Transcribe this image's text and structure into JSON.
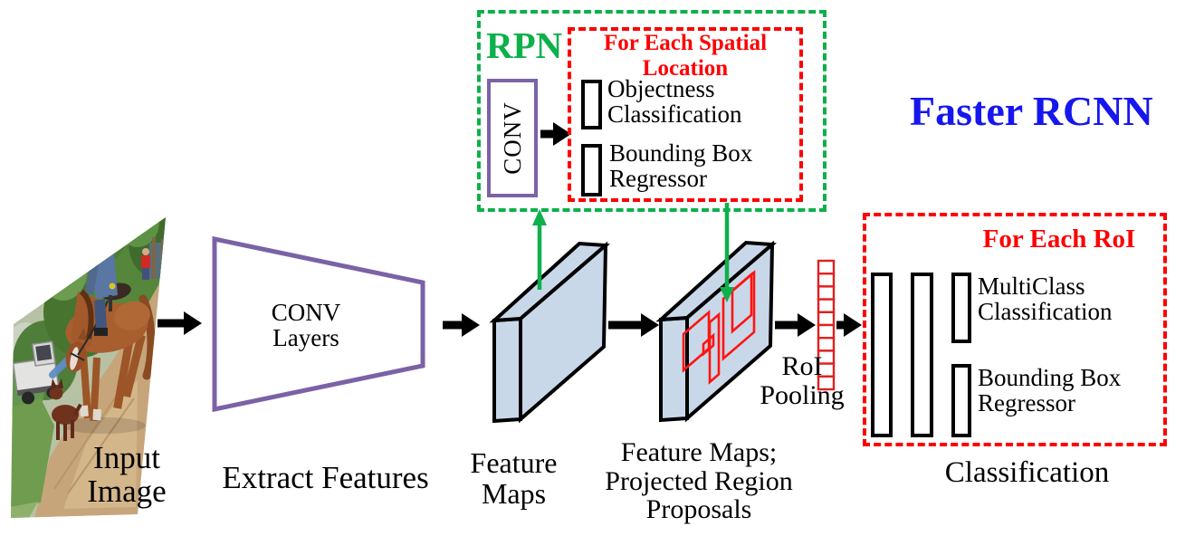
{
  "header": {
    "title": "Faster RCNN"
  },
  "colors": {
    "accent_green": "#0db04b",
    "accent_red": "#fd0000",
    "accent_purple": "#7b62a6",
    "accent_blue": "#1616ee",
    "feature_map_fill": "#c9d8e9"
  },
  "rpn": {
    "label": "RPN",
    "conv_label": "CONV",
    "spatial_title": "For Each Spatial Location",
    "objectness_label": "Objectness Classification",
    "bbox_label": "Bounding Box Regressor"
  },
  "roi_head": {
    "title": "For Each RoI",
    "multiclass_label": "MultiClass Classification",
    "bbox_label": "Bounding Box Regressor"
  },
  "pipeline": {
    "input_label": "Input Image",
    "extract_label": "Extract Features",
    "conv_layers_label": "CONV Layers",
    "feature_maps_label": "Feature Maps",
    "proposals_label": "Feature Maps; Projected Region Proposals",
    "roi_pooling_label": "RoI Pooling",
    "classification_label": "Classification"
  }
}
